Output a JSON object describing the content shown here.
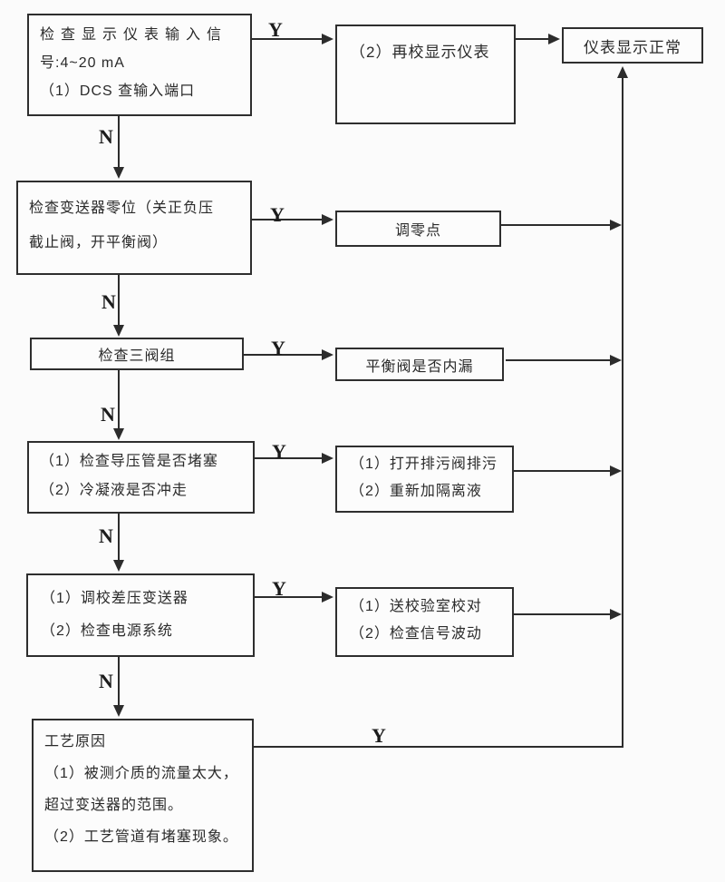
{
  "labels": {
    "yes": "Y",
    "no": "N"
  },
  "nodes": {
    "step1": {
      "lines": [
        "检查显示仪表输入信",
        "号:4~20 mA",
        "（1）DCS 查输入端口"
      ]
    },
    "step2": {
      "lines": [
        "检查变送器零位（关正负压",
        "截止阀，开平衡阀）"
      ]
    },
    "step3": {
      "lines": [
        "检查三阀组"
      ]
    },
    "step4": {
      "lines": [
        "（1）检查导压管是否堵塞",
        "（2）冷凝液是否冲走"
      ]
    },
    "step5": {
      "lines": [
        "（1）调校差压变送器",
        "（2）检查电源系统"
      ]
    },
    "step6": {
      "lines": [
        "工艺原因",
        "（1）被测介质的流量太大，",
        "超过变送器的范围。",
        "（2）工艺管道有堵塞现象。"
      ]
    },
    "action1": {
      "lines": [
        "（2）再校显示仪表"
      ]
    },
    "action2": {
      "lines": [
        "调零点"
      ]
    },
    "action3": {
      "lines": [
        "平衡阀是否内漏"
      ]
    },
    "action4": {
      "lines": [
        "（1）打开排污阀排污",
        "（2）重新加隔离液"
      ]
    },
    "action5": {
      "lines": [
        "（1）送校验室校对",
        "（2）检查信号波动"
      ]
    },
    "result": {
      "lines": [
        "仪表显示正常"
      ]
    }
  }
}
